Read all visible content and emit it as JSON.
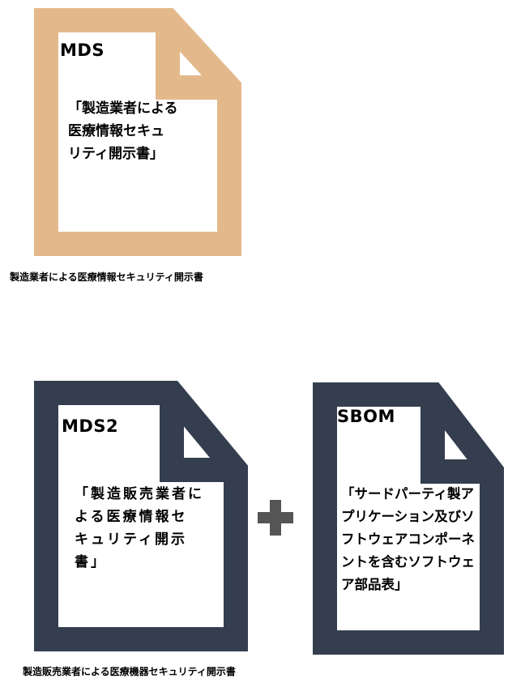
{
  "colors": {
    "mds_border": "#E3B98C",
    "mds2_border": "#343E4F",
    "plus": "#555555"
  },
  "mds": {
    "title": "MDS",
    "body": "「製造業者による\n医療情報セキュ\nリティ開示書」",
    "caption": "製造業者による医療情報セキュリティ開示書"
  },
  "mds2": {
    "title": "MDS2",
    "body": "「製造販売業者に\nよる医療情報セ\nキュリティ開示\n書」"
  },
  "sbom": {
    "title": "SBOM",
    "body": "「サードパーティ製ア\nプリケーション及びソ\nフトウェアコンポーネ\nントを含むソフトウェ\nア部品表」"
  },
  "bottom_caption": "製造販売業者による医療機器セキュリティ開示書",
  "plus_icon": "plus-icon"
}
